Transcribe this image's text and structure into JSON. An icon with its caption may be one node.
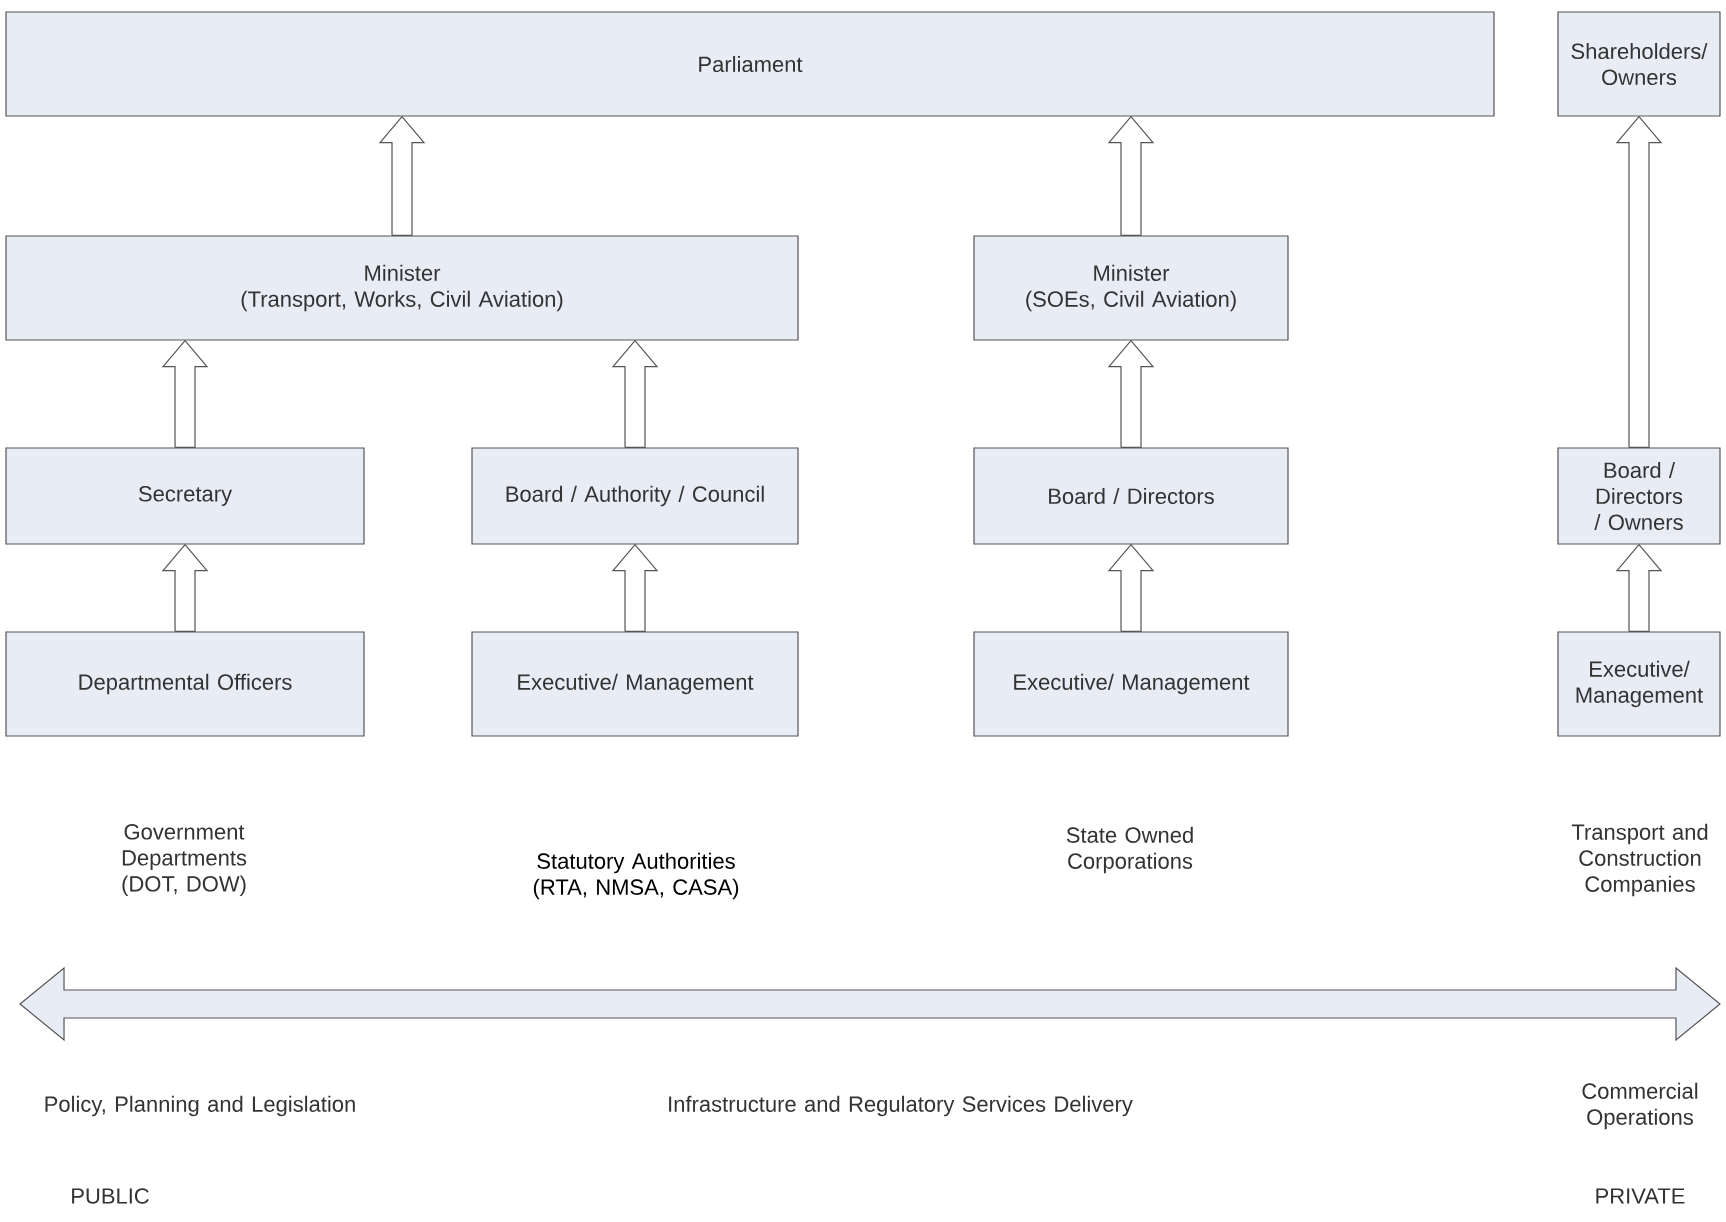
{
  "diagram": {
    "nodes": [
      {
        "text": [
          "Parliament"
        ]
      },
      {
        "text": [
          "Shareholders/ Owners"
        ]
      },
      {
        "text": [
          "Minister",
          "(Transport, Works, Civil Aviation)"
        ]
      },
      {
        "text": [
          "Minister",
          "(SOEs, Civil Aviation)"
        ]
      },
      {
        "text": [
          "Secretary"
        ]
      },
      {
        "text": [
          "Board / Authority / Council"
        ]
      },
      {
        "text": [
          "Board / Directors"
        ]
      },
      {
        "text": [
          "Board / Directors / Owners"
        ]
      },
      {
        "text": [
          "Departmental Officers"
        ]
      },
      {
        "text": [
          "Executive/ Management"
        ]
      },
      {
        "text": [
          "Executive/ Management"
        ]
      },
      {
        "text": [
          "Executive/ Management"
        ]
      }
    ],
    "edges": [
      {
        "from": 8,
        "to": 4,
        "arrow": "to"
      },
      {
        "from": 4,
        "to": 2,
        "arrow": "to"
      },
      {
        "from": 9,
        "to": 5,
        "arrow": "to"
      },
      {
        "from": 5,
        "to": 2,
        "arrow": "to"
      },
      {
        "from": 2,
        "to": 0,
        "arrow": "to"
      },
      {
        "from": 10,
        "to": 6,
        "arrow": "to"
      },
      {
        "from": 6,
        "to": 3,
        "arrow": "to"
      },
      {
        "from": 3,
        "to": 0,
        "arrow": "to"
      },
      {
        "from": 11,
        "to": 7,
        "arrow": "to"
      },
      {
        "from": 7,
        "to": 1,
        "arrow": "to"
      }
    ],
    "labels": [
      "Government Departments (DOT, DOW)",
      "Statutory Authorities (RTA, NMSA, CASA)",
      "State Owned Corporations",
      "Transport and Construction Companies",
      "Policy, Planning and Legislation",
      "Infrastructure and Regulatory Services Delivery",
      "Commercial Operations",
      "PUBLIC",
      "PRIVATE"
    ]
  }
}
